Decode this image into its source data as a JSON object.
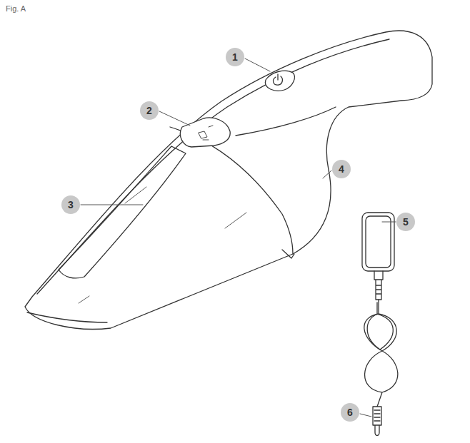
{
  "diagram": {
    "labels": [
      "Fig. A",
      "1",
      "2",
      "3",
      "4",
      "5",
      "6"
    ]
  }
}
